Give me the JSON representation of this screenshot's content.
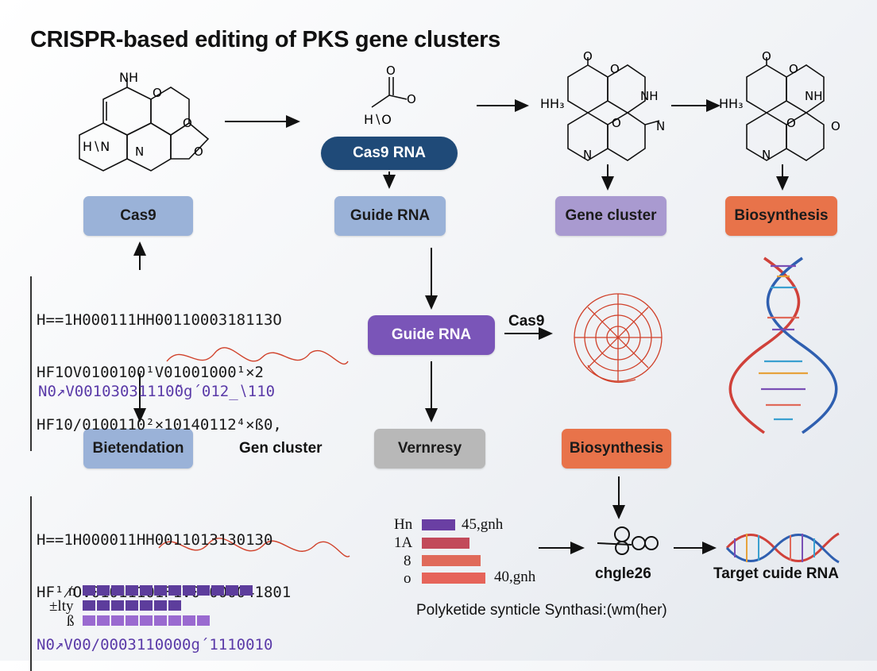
{
  "title": "CRISPR-based editing of PKS gene clusters",
  "molecules": {
    "m1": {
      "top": "NH",
      "left": "H∖N",
      "right_o1": "O",
      "right_o2": "O",
      "ring_o": "O",
      "n_bottom": "N"
    },
    "m2": {
      "o_top": "O",
      "o_right": "O",
      "bottom": "H∖​O"
    },
    "m3": {
      "o_top": "O",
      "o_ring": "O",
      "nh": "NH",
      "h3": "HH₃",
      "o_mid": "O",
      "n_right": "N",
      "n_bottom": "N"
    },
    "m4": {
      "o_top": "O",
      "o_ring": "O",
      "nh": "NH",
      "h3": "HH₃",
      "o_mid": "O",
      "o_right": "O",
      "n_bottom": "N"
    }
  },
  "boxes": {
    "cas9_rna": {
      "label": "Cas9 RNA",
      "color": "#1f4a78",
      "text_color": "#ffffff"
    },
    "cas9": {
      "label": "Cas9",
      "color": "#9ab2d8"
    },
    "guide_rna_top": {
      "label": "Guide RNA",
      "color": "#9ab2d8"
    },
    "gene_cluster": {
      "label": "Gene cluster",
      "color": "#a99ad0"
    },
    "biosynthesis_top": {
      "label": "Biosynthesis",
      "color": "#e8734a"
    },
    "guide_rna_mid": {
      "label": "Guide RNA",
      "color": "#7a55b8",
      "text_color": "#ffffff"
    },
    "bietendation": {
      "label": "Bietendation",
      "color": "#9ab2d8"
    },
    "vernresy": {
      "label": "Vernresy",
      "color": "#b8b8b8"
    },
    "biosynthesis_mid": {
      "label": "Biosynthesis",
      "color": "#e8734a"
    }
  },
  "labels": {
    "cas9_arrow": "Cas9",
    "gen_cluster": "Gen cluster",
    "chgle26": "chgle26",
    "target_cuide_rna": "Target cuide RNA",
    "polyketide_caption": "Polyketide synticle Synthasi:(wm(her)"
  },
  "sequences": {
    "block1": [
      "H==1H000111HH0011000318113O",
      "HF1OV0100100¹V01001000¹×2",
      "HF10/0100110²×10140112⁴×ß0,"
    ],
    "block1_extra": "N0↗V00103031110̃̃0g´012̲∖110",
    "block2": [
      "H==1H000011HH0011013130130",
      "HF¹̸OV01011101F1V0°000041801",
      "N0↗V00/0003110000g´1110010"
    ]
  },
  "bar_chart_small": {
    "rows": [
      {
        "label": "Hn",
        "value_label": "45,gnh",
        "color": "#6a3fa3"
      },
      {
        "label": "1A",
        "value_label": "",
        "color": "#c24a5a"
      },
      {
        "label": "8",
        "value_label": "",
        "color": "#e06a5a"
      },
      {
        "label": "o",
        "value_label": "40,gnh",
        "color": "#e6645a"
      }
    ]
  },
  "segment_legend": {
    "rows": [
      {
        "label": "n"
      },
      {
        "label": "±lty"
      },
      {
        "label": "ß"
      }
    ]
  },
  "colors": {
    "arrow": "#111111",
    "dna_blue": "#2f5fb0",
    "dna_red": "#d0413a",
    "dna_purple": "#7a4fb5",
    "swirl": "#d0412a"
  }
}
